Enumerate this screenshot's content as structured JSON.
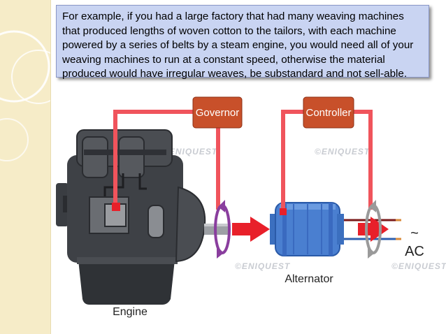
{
  "slide": {
    "caption": "For example, if you had a large factory that had many weaving machines that produced lengths of woven cotton to the tailors, with each machine powered by a series of belts by a steam engine, you would need all of your weaving machines to run at a constant speed, otherwise the material produced would have irregular weaves, be substandard and not sell-able."
  },
  "diagram": {
    "governor_label": "Governor",
    "controller_label": "Controller",
    "engine_label": "Engine",
    "alternator_label": "Alternator",
    "ac_symbol": "~",
    "ac_label": "AC",
    "watermark": "©ENIQUEST"
  },
  "colors": {
    "box_fill": "#c8502a",
    "signal_line": "#f0545c",
    "arrow": "#e8202a",
    "alternator": "#4a7fd0",
    "engine_dark": "#3e4146",
    "caption_bg": "#c9d4f2",
    "left_band": "#f6ecc8"
  }
}
